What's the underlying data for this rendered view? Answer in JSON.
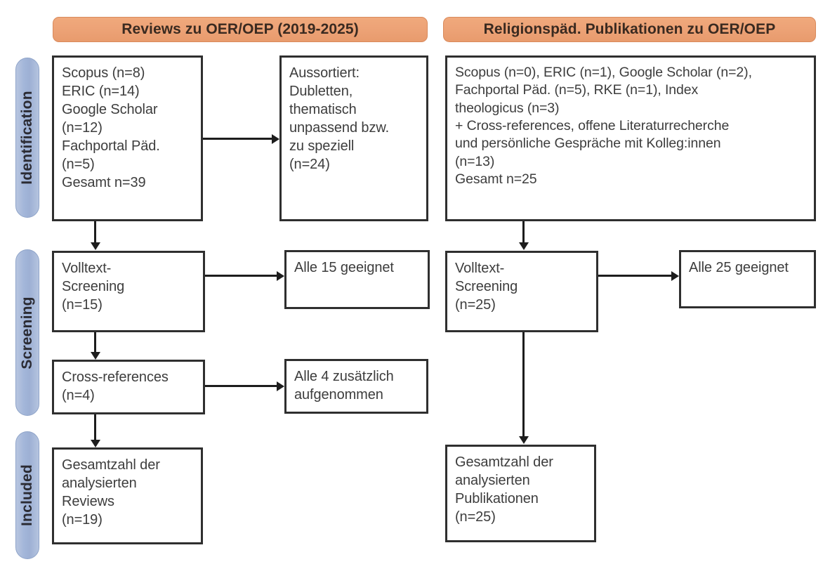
{
  "stages": [
    {
      "label": "Identification"
    },
    {
      "label": "Screening"
    },
    {
      "label": "Included"
    }
  ],
  "columns": [
    {
      "banner": "Reviews zu OER/OEP (2019-2025)"
    },
    {
      "banner": "Religionspäd. Publikationen zu OER/OEP"
    }
  ],
  "boxes": {
    "left_identification": "Scopus (n=8)\nERIC (n=14)\nGoogle Scholar\n(n=12)\nFachportal Päd.\n(n=5)\nGesamt n=39",
    "left_excluded": "Aussortiert:\nDubletten,\nthematisch\nunpassend bzw.\nzu speziell\n(n=24)",
    "left_fulltext": "Volltext-\nScreening\n(n=15)",
    "left_fulltext_result": "Alle 15 geeignet",
    "left_crossrefs": "Cross-references\n(n=4)",
    "left_crossrefs_result": "Alle 4 zusätzlich\naufgenommen",
    "left_included": "Gesamtzahl der\nanalysierten\nReviews\n(n=19)",
    "right_identification": "Scopus (n=0), ERIC (n=1), Google Scholar (n=2),\nFachportal Päd. (n=5), RKE (n=1), Index\ntheologicus (n=3)\n+ Cross-references, offene Literaturrecherche\nund persönliche Gespräche mit Kolleg:innen\n(n=13)\nGesamt n=25",
    "right_fulltext": "Volltext-\nScreening\n(n=25)",
    "right_fulltext_result": "Alle 25 geeignet",
    "right_included": "Gesamtzahl der\nanalysierten\nPublikationen\n(n=25)"
  },
  "colors": {
    "banner": "#eda377",
    "stage_pill": "#a3b6d9",
    "box_border": "#2f2f2f",
    "connector": "#1d1d1d"
  }
}
